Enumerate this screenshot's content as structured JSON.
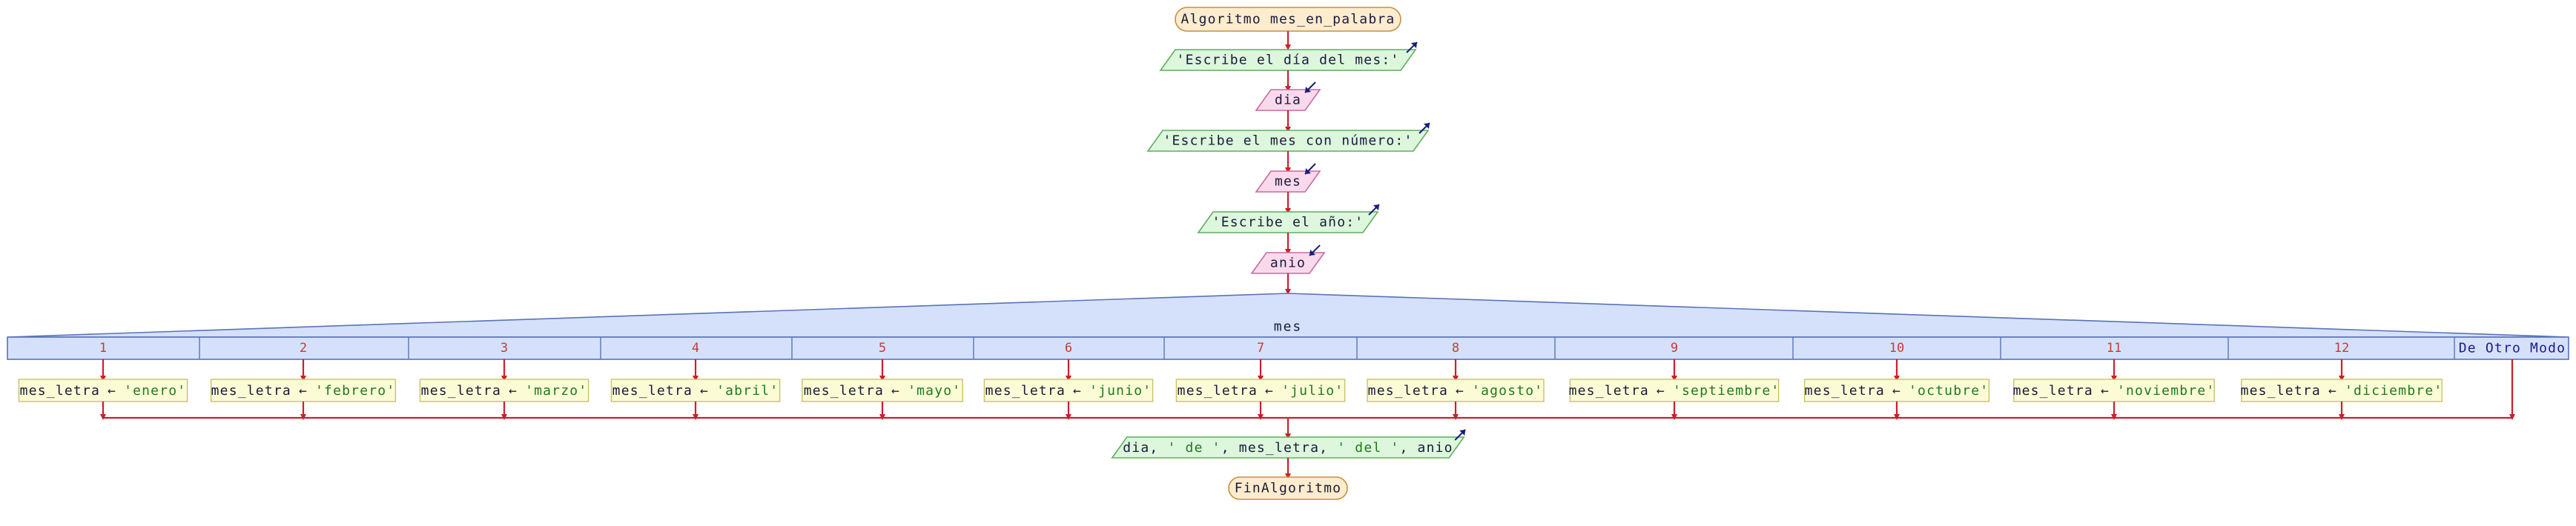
{
  "flowchart": {
    "start": "Algoritmo mes_en_palabra",
    "end": "FinAlgoritmo",
    "steps": [
      {
        "kind": "output",
        "text": "'Escribe el día del mes:'"
      },
      {
        "kind": "input",
        "text": "dia"
      },
      {
        "kind": "output",
        "text": "'Escribe el mes con número:'"
      },
      {
        "kind": "input",
        "text": "mes"
      },
      {
        "kind": "output",
        "text": "'Escribe el año:'"
      },
      {
        "kind": "input",
        "text": "anio"
      }
    ],
    "switch": {
      "variable": "mes",
      "default_label": "De Otro Modo",
      "cases": [
        {
          "label": "1",
          "var": "mes_letra",
          "arrow": "←",
          "value": "'enero'"
        },
        {
          "label": "2",
          "var": "mes_letra",
          "arrow": "←",
          "value": "'febrero'"
        },
        {
          "label": "3",
          "var": "mes_letra",
          "arrow": "←",
          "value": "'marzo'"
        },
        {
          "label": "4",
          "var": "mes_letra",
          "arrow": "←",
          "value": "'abril'"
        },
        {
          "label": "5",
          "var": "mes_letra",
          "arrow": "←",
          "value": "'mayo'"
        },
        {
          "label": "6",
          "var": "mes_letra",
          "arrow": "←",
          "value": "'junio'"
        },
        {
          "label": "7",
          "var": "mes_letra",
          "arrow": "←",
          "value": "'julio'"
        },
        {
          "label": "8",
          "var": "mes_letra",
          "arrow": "←",
          "value": "'agosto'"
        },
        {
          "label": "9",
          "var": "mes_letra",
          "arrow": "←",
          "value": "'septiembre'"
        },
        {
          "label": "10",
          "var": "mes_letra",
          "arrow": "←",
          "value": "'octubre'"
        },
        {
          "label": "11",
          "var": "mes_letra",
          "arrow": "←",
          "value": "'noviembre'"
        },
        {
          "label": "12",
          "var": "mes_letra",
          "arrow": "←",
          "value": "'diciembre'"
        }
      ]
    },
    "final_output": {
      "parts": [
        {
          "text": "dia, ",
          "kind": "plain"
        },
        {
          "text": "' de '",
          "kind": "string"
        },
        {
          "text": ", mes_letra, ",
          "kind": "plain"
        },
        {
          "text": "' del '",
          "kind": "string"
        },
        {
          "text": ", anio",
          "kind": "plain"
        }
      ]
    }
  },
  "colors": {
    "flow_line": "#cc1f2a",
    "terminal_fill": "#fdeccd",
    "terminal_stroke": "#c98f3f",
    "output_fill": "#dcf7dc",
    "output_stroke": "#5fae5f",
    "input_fill": "#fbd9ec",
    "input_stroke": "#c86aa0",
    "switch_fill": "#d5e1fb",
    "switch_stroke": "#5873b8",
    "assign_fill": "#fbfbd6",
    "assign_stroke": "#c9c26a",
    "io_arrow": "#1a1a7a",
    "text_dark": "#1a1a3a",
    "text_string": "#1f7a1f",
    "text_case": "#c23c3c"
  }
}
